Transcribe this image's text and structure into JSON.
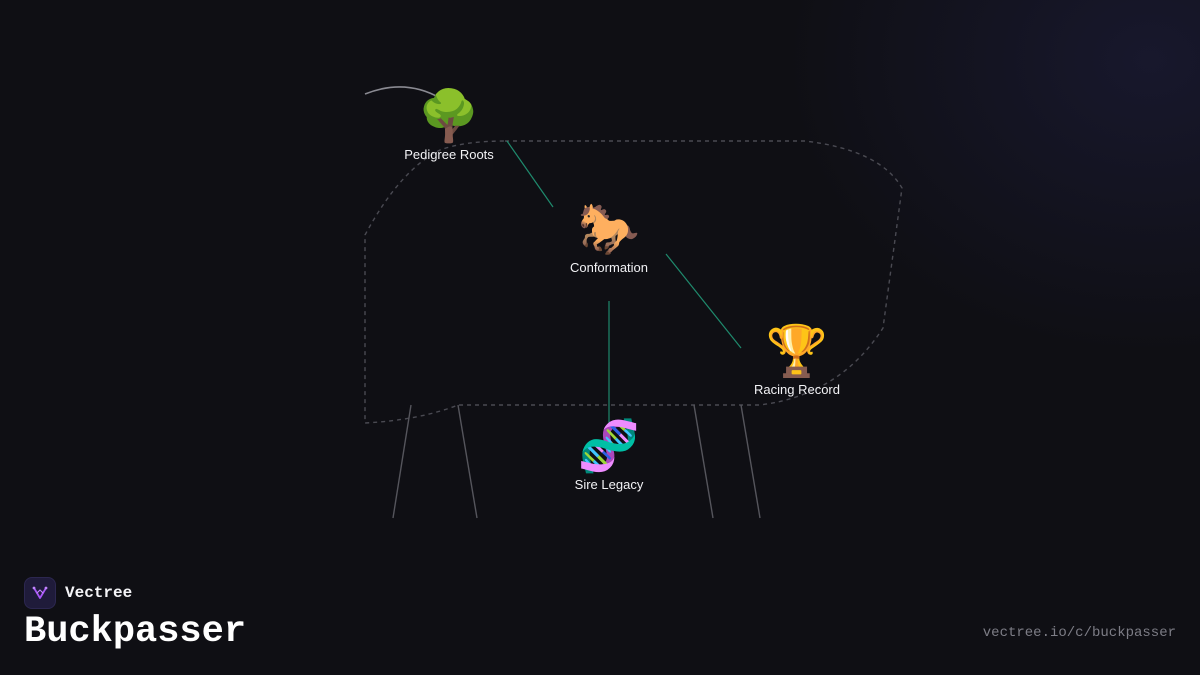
{
  "brand": {
    "name": "Vectree",
    "logo_icon": "vectree-logo-icon",
    "accent": "#a855f7"
  },
  "title": "Buckpasser",
  "url": "vectree.io/c/buckpasser",
  "colors": {
    "background": "#0f0f14",
    "connector": "#1f8a6d",
    "outline": "#4a4a52",
    "legs": "#55555c",
    "label": "#f2f2f5"
  },
  "nodes": [
    {
      "id": "pedigree-roots",
      "icon": "tree-icon",
      "emoji": "🌳",
      "label": "Pedigree Roots"
    },
    {
      "id": "conformation",
      "icon": "horse-icon",
      "emoji": "🐎",
      "label": "Conformation"
    },
    {
      "id": "racing-record",
      "icon": "trophy-icon",
      "emoji": "🏆",
      "label": "Racing Record"
    },
    {
      "id": "sire-legacy",
      "icon": "dna-icon",
      "emoji": "🧬",
      "label": "Sire Legacy"
    }
  ],
  "edges": [
    {
      "from": "pedigree-roots",
      "to": "conformation"
    },
    {
      "from": "conformation",
      "to": "racing-record"
    },
    {
      "from": "conformation",
      "to": "sire-legacy"
    }
  ]
}
